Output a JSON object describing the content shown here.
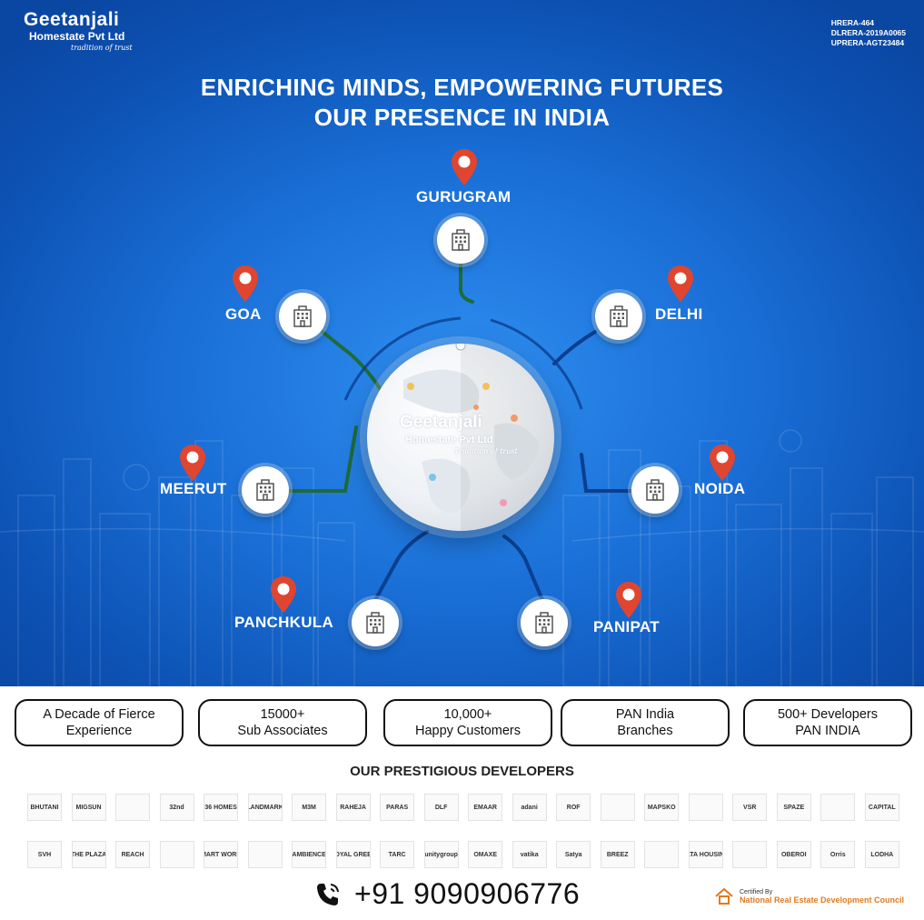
{
  "brand": {
    "name": "Geetanjali",
    "sub": "Homestate Pvt Ltd",
    "tagline": "tradition of trust"
  },
  "rera": [
    "HRERA-464",
    "DLRERA-2019A0065",
    "UPRERA-AGT23484"
  ],
  "headline": {
    "line1": "ENRICHING MINDS, EMPOWERING FUTURES",
    "line2": "OUR PRESENCE IN INDIA"
  },
  "globe_brand": {
    "name": "Geetanjali",
    "sub": "Homestate Pvt Ltd",
    "tagline": "Tradition of trust"
  },
  "cities": {
    "gurugram": "GURUGRAM",
    "goa": "GOA",
    "delhi": "DELHI",
    "meerut": "MEERUT",
    "noida": "NOIDA",
    "panchkula": "PANCHKULA",
    "panipat": "PANIPAT"
  },
  "colors": {
    "pin": "#e0452f",
    "connector": "#1f6b3a",
    "connector_blue": "#0b3f8f",
    "hero": "#1a6fd6"
  },
  "icons": {
    "node": "building-icon",
    "pin": "map-pin-icon",
    "phone": "phone-icon",
    "cert": "house-logo-icon"
  },
  "stats": [
    {
      "l1": "A Decade of Fierce",
      "l2": "Experience"
    },
    {
      "l1": "15000+",
      "l2": "Sub Associates"
    },
    {
      "l1": "10,000+",
      "l2": "Happy Customers"
    },
    {
      "l1": "PAN India",
      "l2": "Branches"
    },
    {
      "l1": "500+ Developers",
      "l2": "PAN INDIA"
    }
  ],
  "developers_title": "OUR PRESTIGIOUS DEVELOPERS",
  "developers_row1": [
    "BHUTANI",
    "MIGSUN",
    "",
    "32nd",
    "36 HOMES",
    "LANDMARK",
    "M3M",
    "RAHEJA",
    "PARAS",
    "DLF",
    "EMAAR",
    "adani",
    "ROF",
    "",
    "MAPSKO",
    "",
    "VSR",
    "SPAZE",
    "",
    "CAPITAL"
  ],
  "developers_row2": [
    "SVH",
    "THE PLAZA",
    "REACH",
    "",
    "SMART WORLD",
    "",
    "AMBIENCE",
    "ROYAL GREEN",
    "TARC",
    "unitygroup",
    "OMAXE",
    "vatika",
    "Satya",
    "BREEZ",
    "",
    "TATA HOUSING",
    "",
    "OBEROI",
    "Orris",
    "LODHA"
  ],
  "phone": "+91 9090906776",
  "cert": {
    "line1": "Certified By",
    "line2": "National Real Estate Development Council"
  }
}
